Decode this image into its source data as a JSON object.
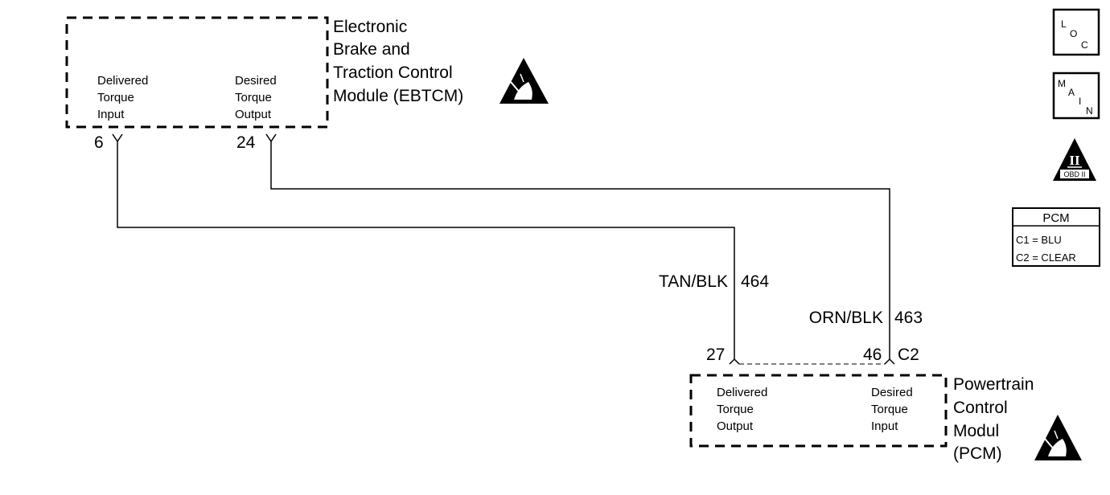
{
  "ebtcm": {
    "title_lines": [
      "Electronic",
      "Brake and",
      "Traction Control",
      "Module (EBTCM)"
    ],
    "pin_left_label": [
      "Delivered",
      "Torque",
      "Input"
    ],
    "pin_right_label": [
      "Desired",
      "Torque",
      "Output"
    ],
    "pin_left_number": "6",
    "pin_right_number": "24"
  },
  "pcm": {
    "title_lines": [
      "Powertrain",
      "Control",
      "Modul",
      "(PCM)"
    ],
    "pin_left_label": [
      "Delivered",
      "Torque",
      "Output"
    ],
    "pin_right_label": [
      "Desired",
      "Torque",
      "Input"
    ],
    "pin_left_number": "27",
    "pin_right_number": "46",
    "connector": "C2"
  },
  "wires": {
    "wire1_color": "TAN/BLK",
    "wire1_circuit": "464",
    "wire2_color": "ORN/BLK",
    "wire2_circuit": "463"
  },
  "icons": {
    "loc": [
      "L",
      "O",
      "C"
    ],
    "main": [
      "M",
      "A",
      "I",
      "N"
    ],
    "obd_roman": "II",
    "obd_label": "OBD II",
    "esd_icon": "esd-warning-icon"
  },
  "pcm_table": {
    "header": "PCM",
    "rows": [
      "C1 = BLU",
      "C2 = CLEAR"
    ]
  }
}
